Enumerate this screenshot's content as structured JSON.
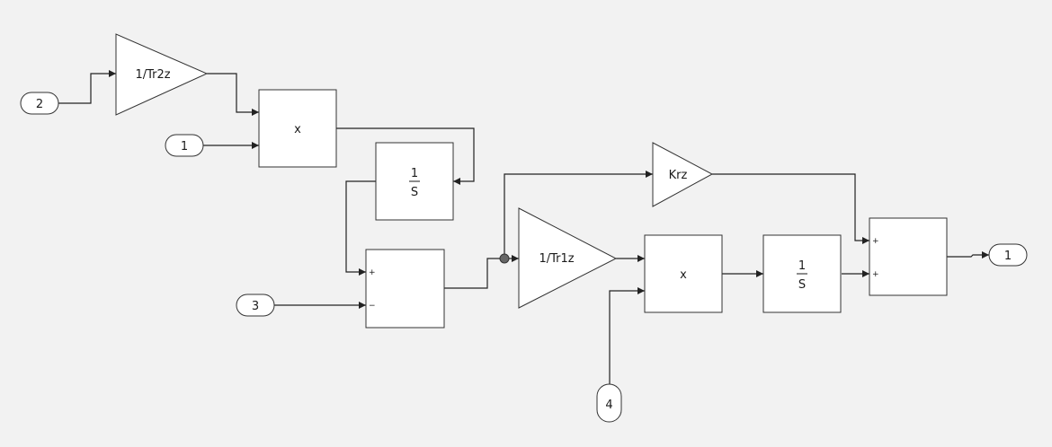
{
  "inports": {
    "in1": "1",
    "in2": "2",
    "in3": "3",
    "in4": "4"
  },
  "outports": {
    "out1": "1"
  },
  "gains": {
    "g1": "1/Tr2z",
    "g2": "1/Tr1z",
    "g3": "Krz"
  },
  "products": {
    "p1": "x",
    "p2": "x"
  },
  "integrators": {
    "i1": {
      "num": "1",
      "den": "S"
    },
    "i2": {
      "num": "1",
      "den": "S"
    }
  },
  "sums": {
    "s1": {
      "plus": "+",
      "minus": "−"
    },
    "s2": {
      "plus1": "+",
      "plus2": "+"
    }
  },
  "colors": {
    "background": "#f2f2f2",
    "block_fill": "#ffffff",
    "stroke": "#333333",
    "junction": "#666666"
  }
}
